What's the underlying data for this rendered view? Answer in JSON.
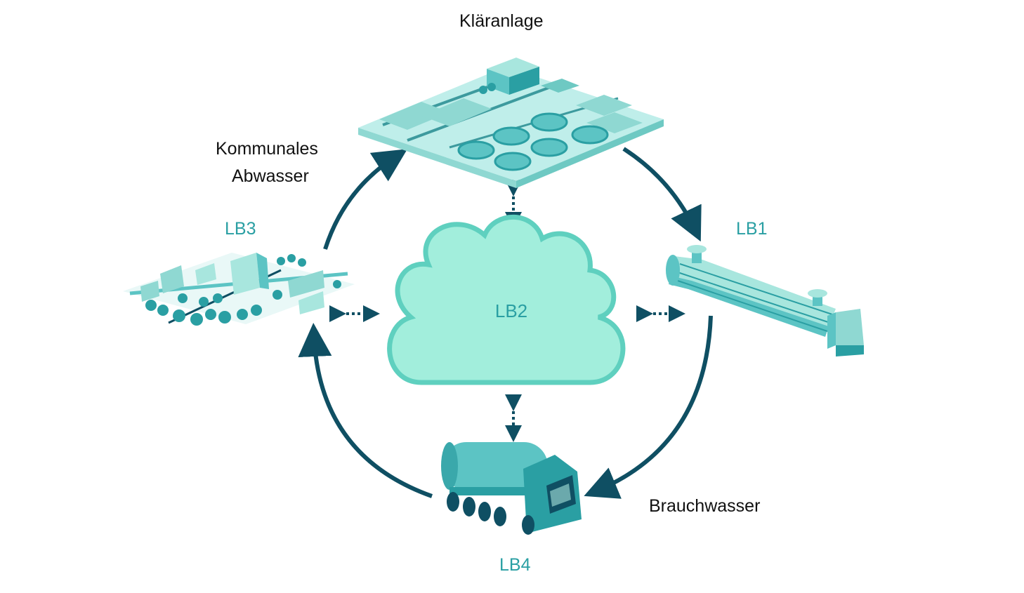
{
  "labels": {
    "wwtp": "Kläranlage",
    "municipal_1": "Kommunales",
    "municipal_2": "Abwasser",
    "process_water": "Brauchwasser"
  },
  "work_packages": {
    "lb1": "LB1",
    "lb2": "LB2",
    "lb3": "LB3",
    "lb4": "LB4"
  },
  "colors": {
    "arrow": "#0f4f63",
    "teal_dark": "#2a9fa3",
    "teal_mid": "#5cc4c4",
    "teal_light": "#a8e6de",
    "cloud_fill": "#a2eedc",
    "cloud_edge": "#5fd0bf"
  },
  "icons": [
    "wastewater-treatment-plant-icon",
    "heat-exchanger-icon",
    "city-icon",
    "tanker-truck-icon",
    "cloud-icon"
  ]
}
